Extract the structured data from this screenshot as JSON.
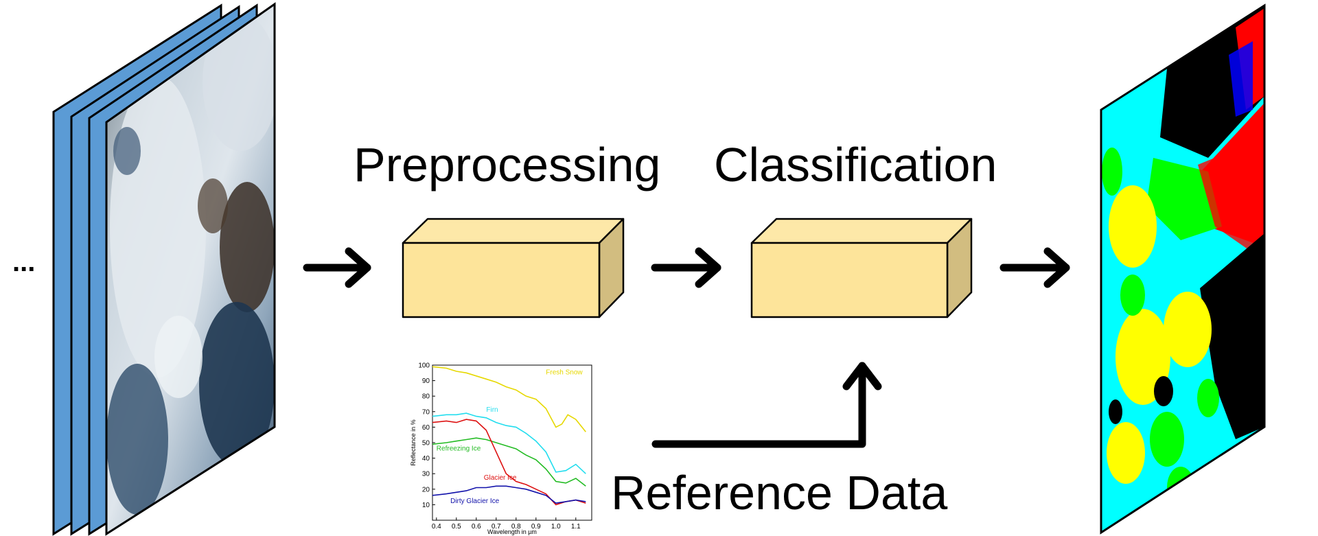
{
  "labels": {
    "ellipsis": "...",
    "preprocessing": "Preprocessing",
    "classification": "Classification",
    "reference": "Reference Data"
  },
  "colors": {
    "layer_fill": "#5b9bd5",
    "box_front": "#fde49a",
    "box_top": "#fde8a8",
    "box_side": "#d2bd80",
    "class_cyan": "#00ffff",
    "class_yellow": "#ffff00",
    "class_green": "#00ff00",
    "class_red": "#ff0000",
    "class_blue": "#0000ff",
    "class_black": "#000000"
  },
  "chart_data": {
    "type": "line",
    "xlabel": "Wavelength in µm",
    "ylabel": "Reflectance in %",
    "xlim": [
      0.38,
      1.18
    ],
    "ylim": [
      0,
      100
    ],
    "xticks": [
      "0.4",
      "0.5",
      "0.6",
      "0.7",
      "0.8",
      "0.9",
      "1.0",
      "1.1"
    ],
    "yticks": [
      "10",
      "20",
      "30",
      "40",
      "50",
      "60",
      "70",
      "80",
      "90",
      "100"
    ],
    "grid": false,
    "series": [
      {
        "name": "Fresh Snow",
        "color": "#e6d800",
        "x": [
          0.38,
          0.45,
          0.5,
          0.55,
          0.6,
          0.65,
          0.7,
          0.75,
          0.8,
          0.85,
          0.9,
          0.95,
          1.0,
          1.03,
          1.06,
          1.1,
          1.15
        ],
        "y": [
          99,
          98,
          96,
          95,
          93,
          91,
          89,
          86,
          84,
          80,
          78,
          72,
          60,
          62,
          68,
          65,
          57
        ]
      },
      {
        "name": "Firn",
        "color": "#22ddee",
        "x": [
          0.38,
          0.45,
          0.5,
          0.55,
          0.6,
          0.65,
          0.7,
          0.75,
          0.8,
          0.85,
          0.9,
          0.95,
          1.0,
          1.05,
          1.1,
          1.15
        ],
        "y": [
          67,
          68,
          68,
          69,
          67,
          66,
          63,
          61,
          60,
          56,
          51,
          44,
          31,
          32,
          36,
          30
        ]
      },
      {
        "name": "Refreezing Ice",
        "color": "#22bb22",
        "x": [
          0.38,
          0.45,
          0.5,
          0.55,
          0.6,
          0.65,
          0.7,
          0.75,
          0.8,
          0.85,
          0.9,
          0.95,
          1.0,
          1.05,
          1.1,
          1.15
        ],
        "y": [
          49,
          50,
          51,
          52,
          53,
          52,
          50,
          48,
          46,
          42,
          39,
          33,
          25,
          24,
          27,
          22
        ]
      },
      {
        "name": "Glacier Ice",
        "color": "#dd1111",
        "x": [
          0.38,
          0.45,
          0.5,
          0.55,
          0.6,
          0.65,
          0.7,
          0.75,
          0.8,
          0.85,
          0.9,
          0.95,
          1.0,
          1.05,
          1.1,
          1.15
        ],
        "y": [
          63,
          64,
          63,
          65,
          64,
          58,
          44,
          30,
          25,
          23,
          20,
          17,
          10,
          12,
          13,
          11
        ]
      },
      {
        "name": "Dirty Glacier Ice",
        "color": "#1111aa",
        "x": [
          0.38,
          0.45,
          0.5,
          0.55,
          0.6,
          0.65,
          0.7,
          0.75,
          0.8,
          0.85,
          0.9,
          0.95,
          1.0,
          1.05,
          1.1,
          1.15
        ],
        "y": [
          16,
          17,
          18,
          19,
          21,
          21,
          22,
          22,
          21,
          20,
          18,
          16,
          11,
          12,
          13,
          12
        ]
      }
    ]
  }
}
